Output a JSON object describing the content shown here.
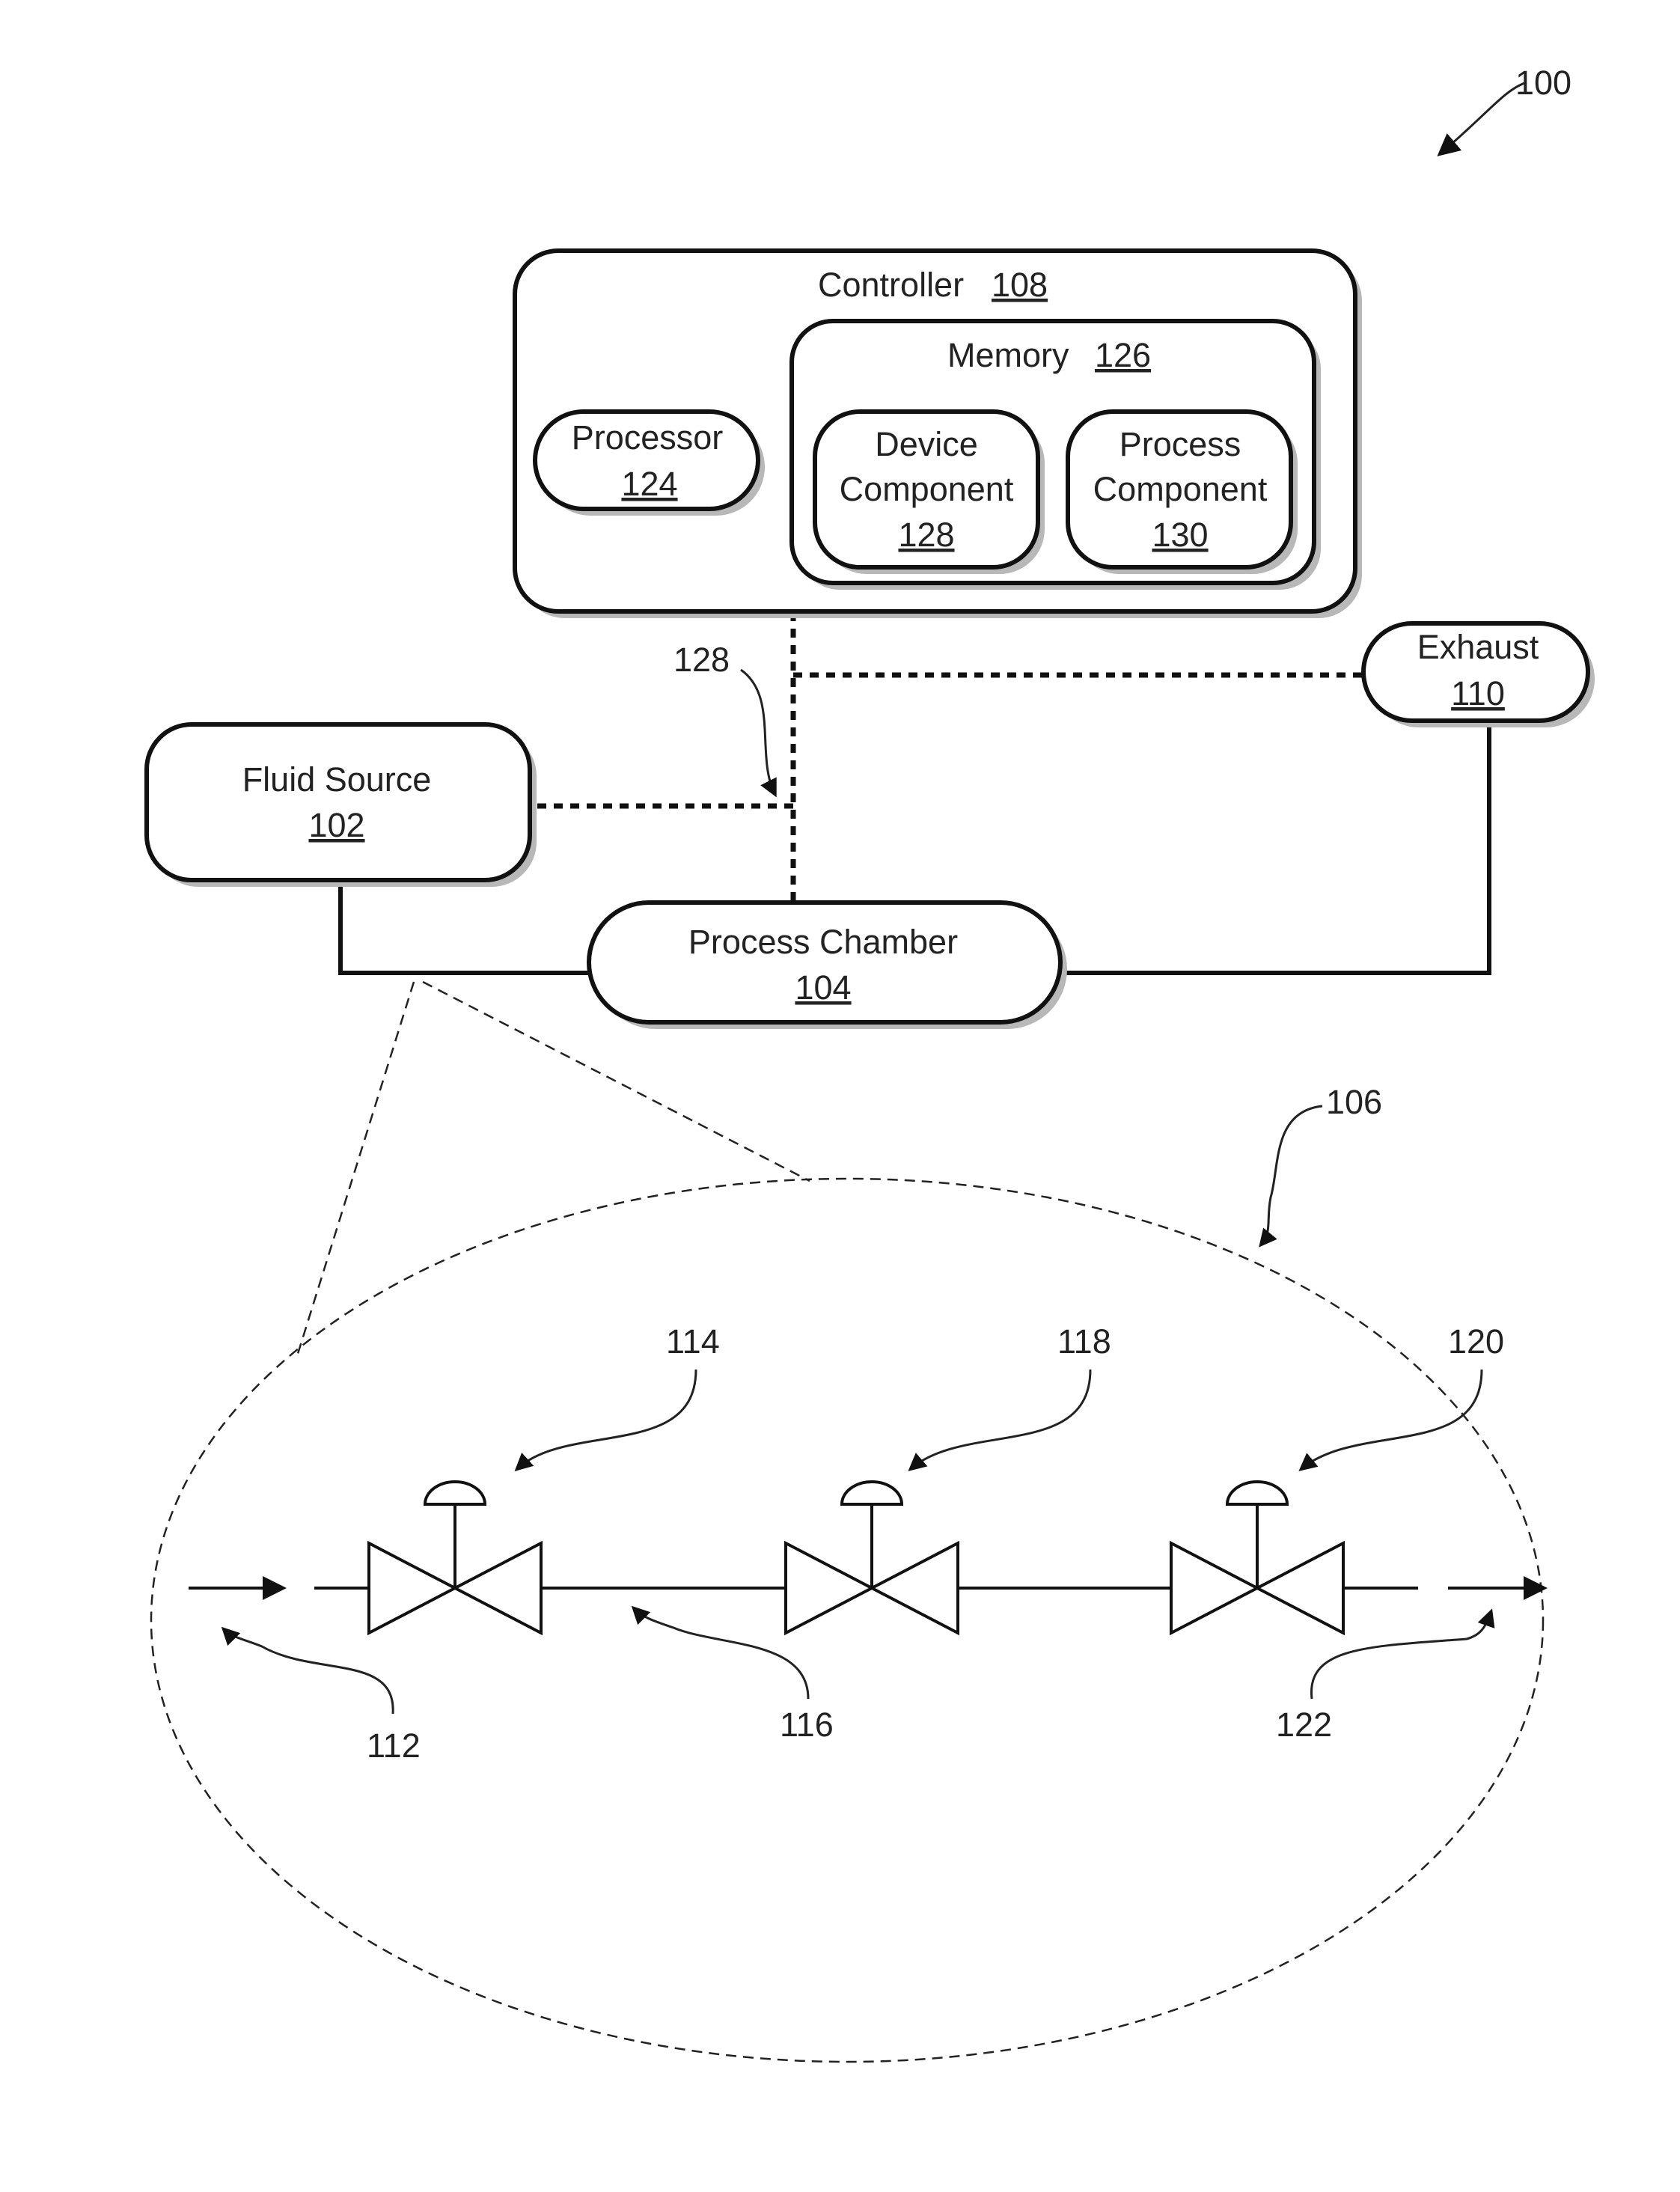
{
  "figure_ref": "100",
  "controller": {
    "label": "Controller",
    "ref": "108"
  },
  "memory": {
    "label": "Memory",
    "ref": "126"
  },
  "processor": {
    "label": "Processor",
    "ref": "124"
  },
  "device_component": {
    "line1": "Device",
    "line2": "Component",
    "ref": "128"
  },
  "process_component": {
    "line1": "Process",
    "line2": "Component",
    "ref": "130"
  },
  "exhaust": {
    "label": "Exhaust",
    "ref": "110"
  },
  "fluid_source": {
    "label": "Fluid Source",
    "ref": "102"
  },
  "process_chamber": {
    "label": "Process Chamber",
    "ref": "104"
  },
  "bus_ref": "128",
  "detail_ref": "106",
  "valves": [
    {
      "ref": "114"
    },
    {
      "ref": "118"
    },
    {
      "ref": "120"
    }
  ],
  "flow_refs": {
    "inlet": "112",
    "intermediate": "116",
    "outlet": "122"
  }
}
